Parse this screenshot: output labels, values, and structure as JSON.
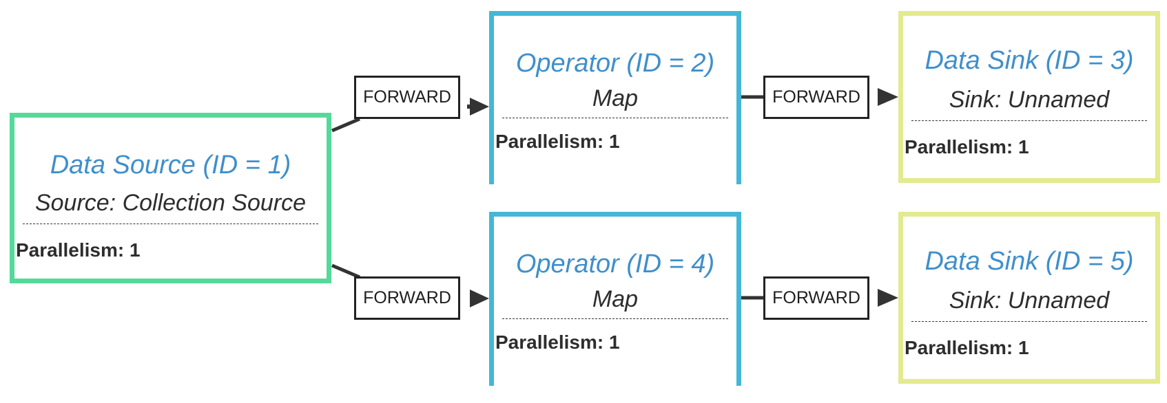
{
  "nodes": [
    {
      "title": "Data Source (ID = 1)",
      "desc": "Source: Collection Source",
      "parallelism": "Parallelism: 1"
    },
    {
      "title": "Operator (ID = 2)",
      "desc": "Map",
      "parallelism": "Parallelism: 1"
    },
    {
      "title": "Data Sink (ID = 3)",
      "desc": "Sink: Unnamed",
      "parallelism": "Parallelism: 1"
    },
    {
      "title": "Operator (ID = 4)",
      "desc": "Map",
      "parallelism": "Parallelism: 1"
    },
    {
      "title": "Data Sink (ID = 5)",
      "desc": "Sink: Unnamed",
      "parallelism": "Parallelism: 1"
    }
  ],
  "edges": [
    {
      "from": 1,
      "to": 2,
      "label": "FORWARD"
    },
    {
      "from": 2,
      "to": 3,
      "label": "FORWARD"
    },
    {
      "from": 1,
      "to": 4,
      "label": "FORWARD"
    },
    {
      "from": 4,
      "to": 5,
      "label": "FORWARD"
    }
  ],
  "colors": {
    "source_border": "#55d99a",
    "operator_border": "#44b7d6",
    "sink_border": "#e3ea8f",
    "title_text": "#3f8fcb"
  }
}
